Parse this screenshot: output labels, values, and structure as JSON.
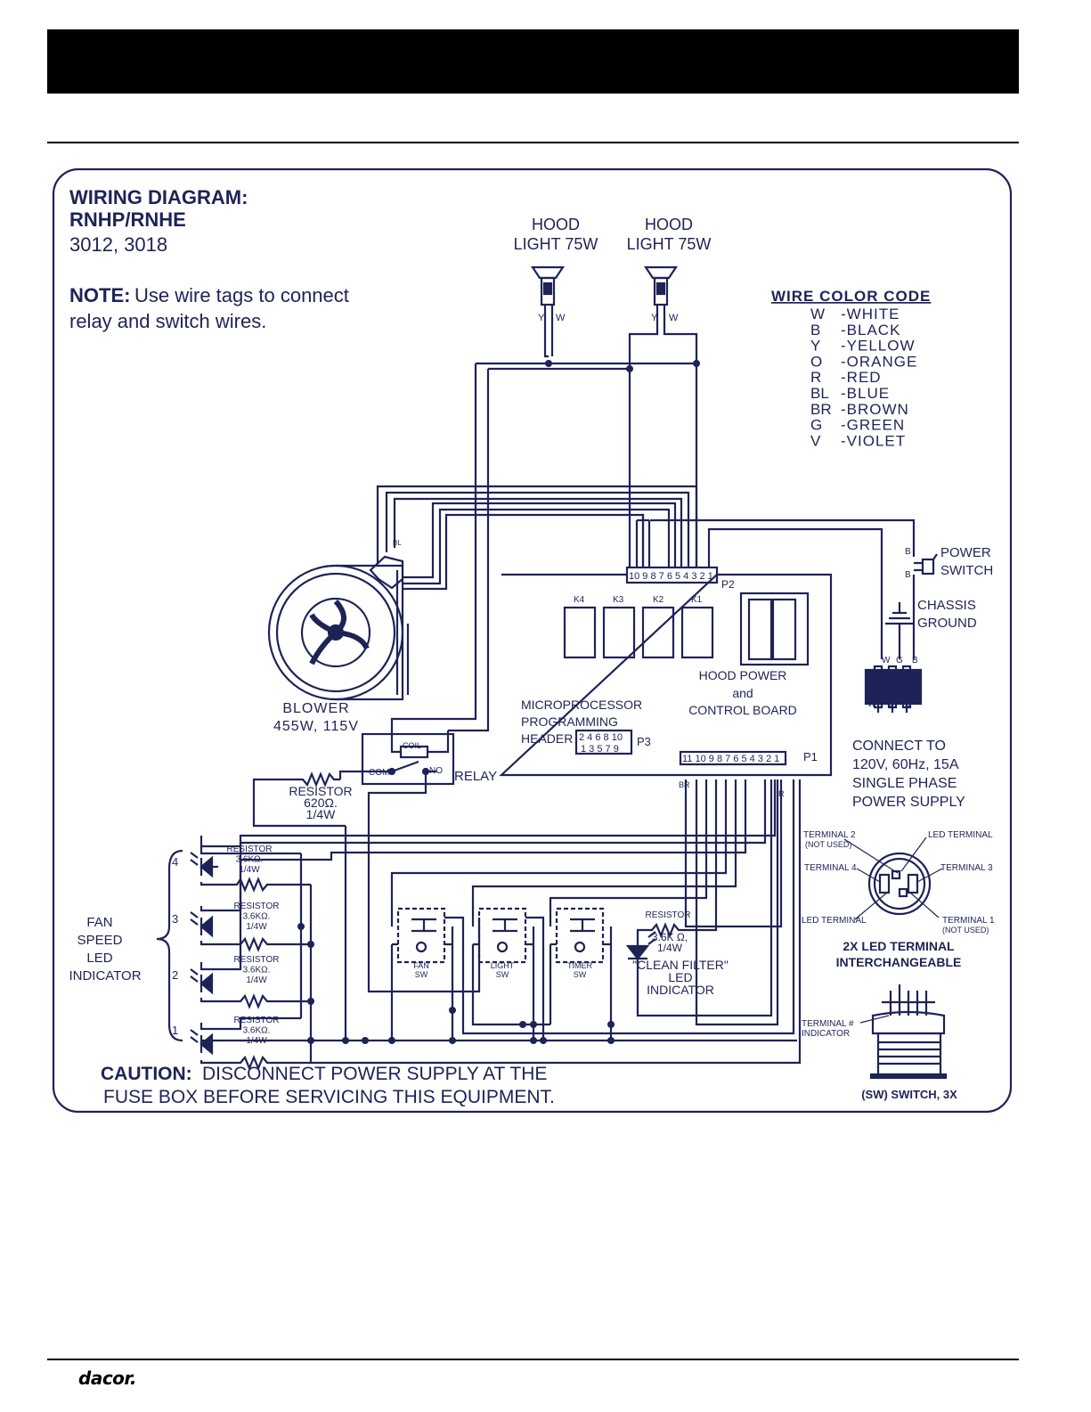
{
  "diagram": {
    "title_line1": "WIRING DIAGRAM:",
    "title_line2": "RNHP/RNHE",
    "models": "3012, 3018",
    "note_label": "NOTE:",
    "note_text_line1": "Use wire tags to connect",
    "note_text_line2": "relay and switch wires.",
    "hood_light_1": {
      "line1": "HOOD",
      "line2": "LIGHT 75W"
    },
    "hood_light_2": {
      "line1": "HOOD",
      "line2": "LIGHT 75W"
    },
    "wire_color_code": {
      "title": "WIRE COLOR CODE",
      "entries": [
        {
          "code": "W",
          "color": "-WHITE"
        },
        {
          "code": "B",
          "color": "-BLACK"
        },
        {
          "code": "Y",
          "color": "-YELLOW"
        },
        {
          "code": "O",
          "color": "-ORANGE"
        },
        {
          "code": "R",
          "color": "-RED"
        },
        {
          "code": "BL",
          "color": "-BLUE"
        },
        {
          "code": "BR",
          "color": "-BROWN"
        },
        {
          "code": "G",
          "color": "-GREEN"
        },
        {
          "code": "V",
          "color": "-VIOLET"
        }
      ]
    },
    "power_switch": {
      "line1": "POWER",
      "line2": "SWITCH"
    },
    "chassis_ground": {
      "line1": "CHASSIS",
      "line2": "GROUND"
    },
    "blower": {
      "line1": "BLOWER",
      "line2": "455W, 115V"
    },
    "board": {
      "line1": "HOOD POWER",
      "line2": "and",
      "line3": "CONTROL BOARD"
    },
    "relays": [
      "K4",
      "K3",
      "K2",
      "K1"
    ],
    "p2_pins": "10 9 8 7 6 5 4 3 2 1",
    "p2_label": "P2",
    "p1_pins": "11 10 9 8 7 6 5 4 3 2 1",
    "p1_label": "P1",
    "header": {
      "line1": "MICROPROCESSOR",
      "line2": "PROGRAMMING",
      "line3": "HEADER",
      "pins_top": "2 4 6 8 10",
      "pins_bottom": "1 3 5 7 9",
      "label": "P3"
    },
    "relay": {
      "label": "RELAY",
      "coil": "COIL",
      "com": "COM",
      "no": "NO"
    },
    "relay_resistor": {
      "line1": "RESISTOR",
      "line2": "620Ω.",
      "line3": "1/4W"
    },
    "supply": {
      "line1": "CONNECT TO",
      "line2": "120V, 60Hz, 15A",
      "line3": "SINGLE PHASE",
      "line4": "POWER SUPPLY"
    },
    "fan_speed_led": {
      "line1": "FAN",
      "line2": "SPEED",
      "line3": "LED",
      "line4": "INDICATOR"
    },
    "led_numbers": [
      "4",
      "3",
      "2",
      "1"
    ],
    "led_resistor": {
      "line1": "RESISTOR",
      "line2": "3.6KΩ.",
      "line3": "1/4W"
    },
    "switches": [
      {
        "line1": "FAN",
        "line2": "SW"
      },
      {
        "line1": "LIGHT",
        "line2": "SW"
      },
      {
        "line1": "TIMER",
        "line2": "SW"
      }
    ],
    "clean_filter": {
      "resistor": "RESISTOR",
      "value": "3.6K Ω,",
      "watt": "1/4W",
      "line1": "\"CLEAN FILTER\"",
      "line2": "LED",
      "line3": "INDICATOR"
    },
    "terminal_diagram": {
      "terminal2": "TERMINAL 2",
      "not_used_2": "(NOT USED)",
      "led_terminal_top": "LED TERMINAL",
      "terminal4": "TERMINAL 4",
      "terminal3": "TERMINAL 3",
      "led_terminal_left": "LED TERMINAL",
      "terminal1": "TERMINAL 1",
      "not_used_1": "(NOT USED)",
      "caption_line1": "2X LED TERMINAL",
      "caption_line2": "INTERCHANGEABLE"
    },
    "switch_diagram": {
      "indicator_line1": "TERMINAL #",
      "indicator_line2": "INDICATOR",
      "caption": "(SW) SWITCH, 3X"
    },
    "caution_label": "CAUTION:",
    "caution_line1": "DISCONNECT POWER SUPPLY AT THE",
    "caution_line2": "FUSE BOX BEFORE SERVICING THIS EQUIPMENT.",
    "wire_tags": {
      "y": "Y",
      "w": "W",
      "b": "B",
      "g": "G",
      "br": "BR",
      "r": "R",
      "bl": "BL"
    }
  },
  "footer": {
    "logo": "dacor."
  },
  "colors": {
    "ink": "#1e2357",
    "bar": "#000000"
  }
}
